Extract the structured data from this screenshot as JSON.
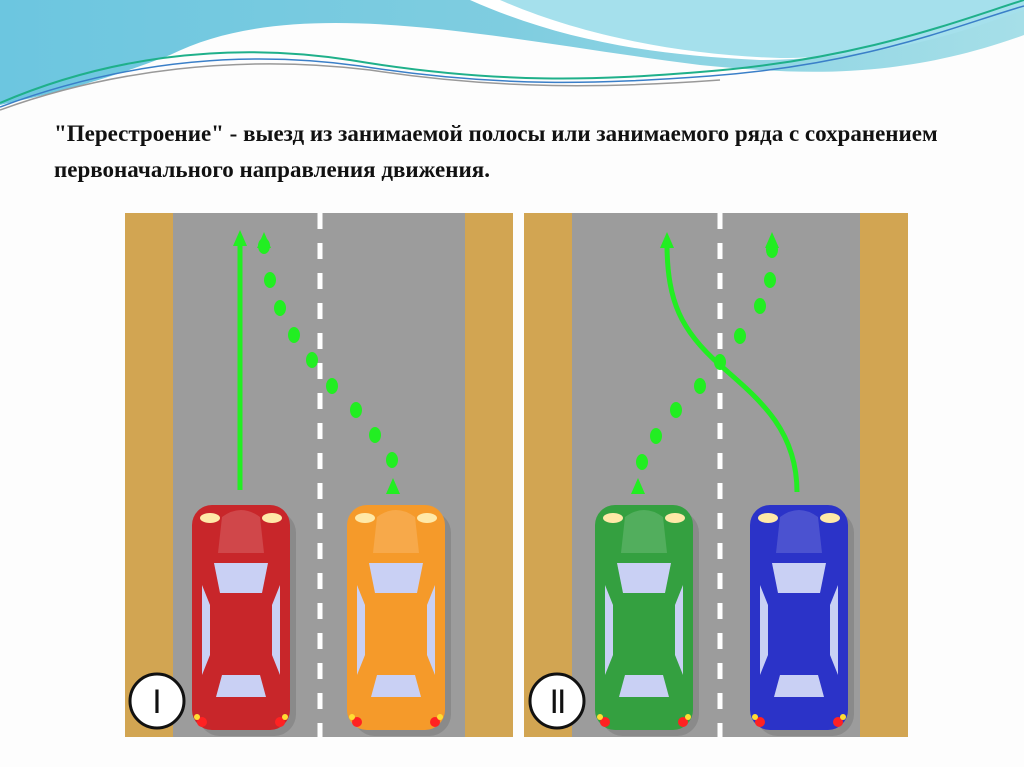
{
  "slide": {
    "title": "\"Перестроение\" - выезд из занимаемой полосы или занимаемого ряда с сохранением первоначального направления движения."
  },
  "diagram": {
    "panels": [
      {
        "label": "I",
        "cars": [
          "#c8262a",
          "#f59a2a"
        ]
      },
      {
        "label": "II",
        "cars": [
          "#34a040",
          "#2b33c8"
        ]
      }
    ],
    "colors": {
      "shoulder": "#d2a552",
      "road": "#9c9c9c",
      "arrow": "#22ee22",
      "header_wave": "#7cc8dc"
    }
  }
}
